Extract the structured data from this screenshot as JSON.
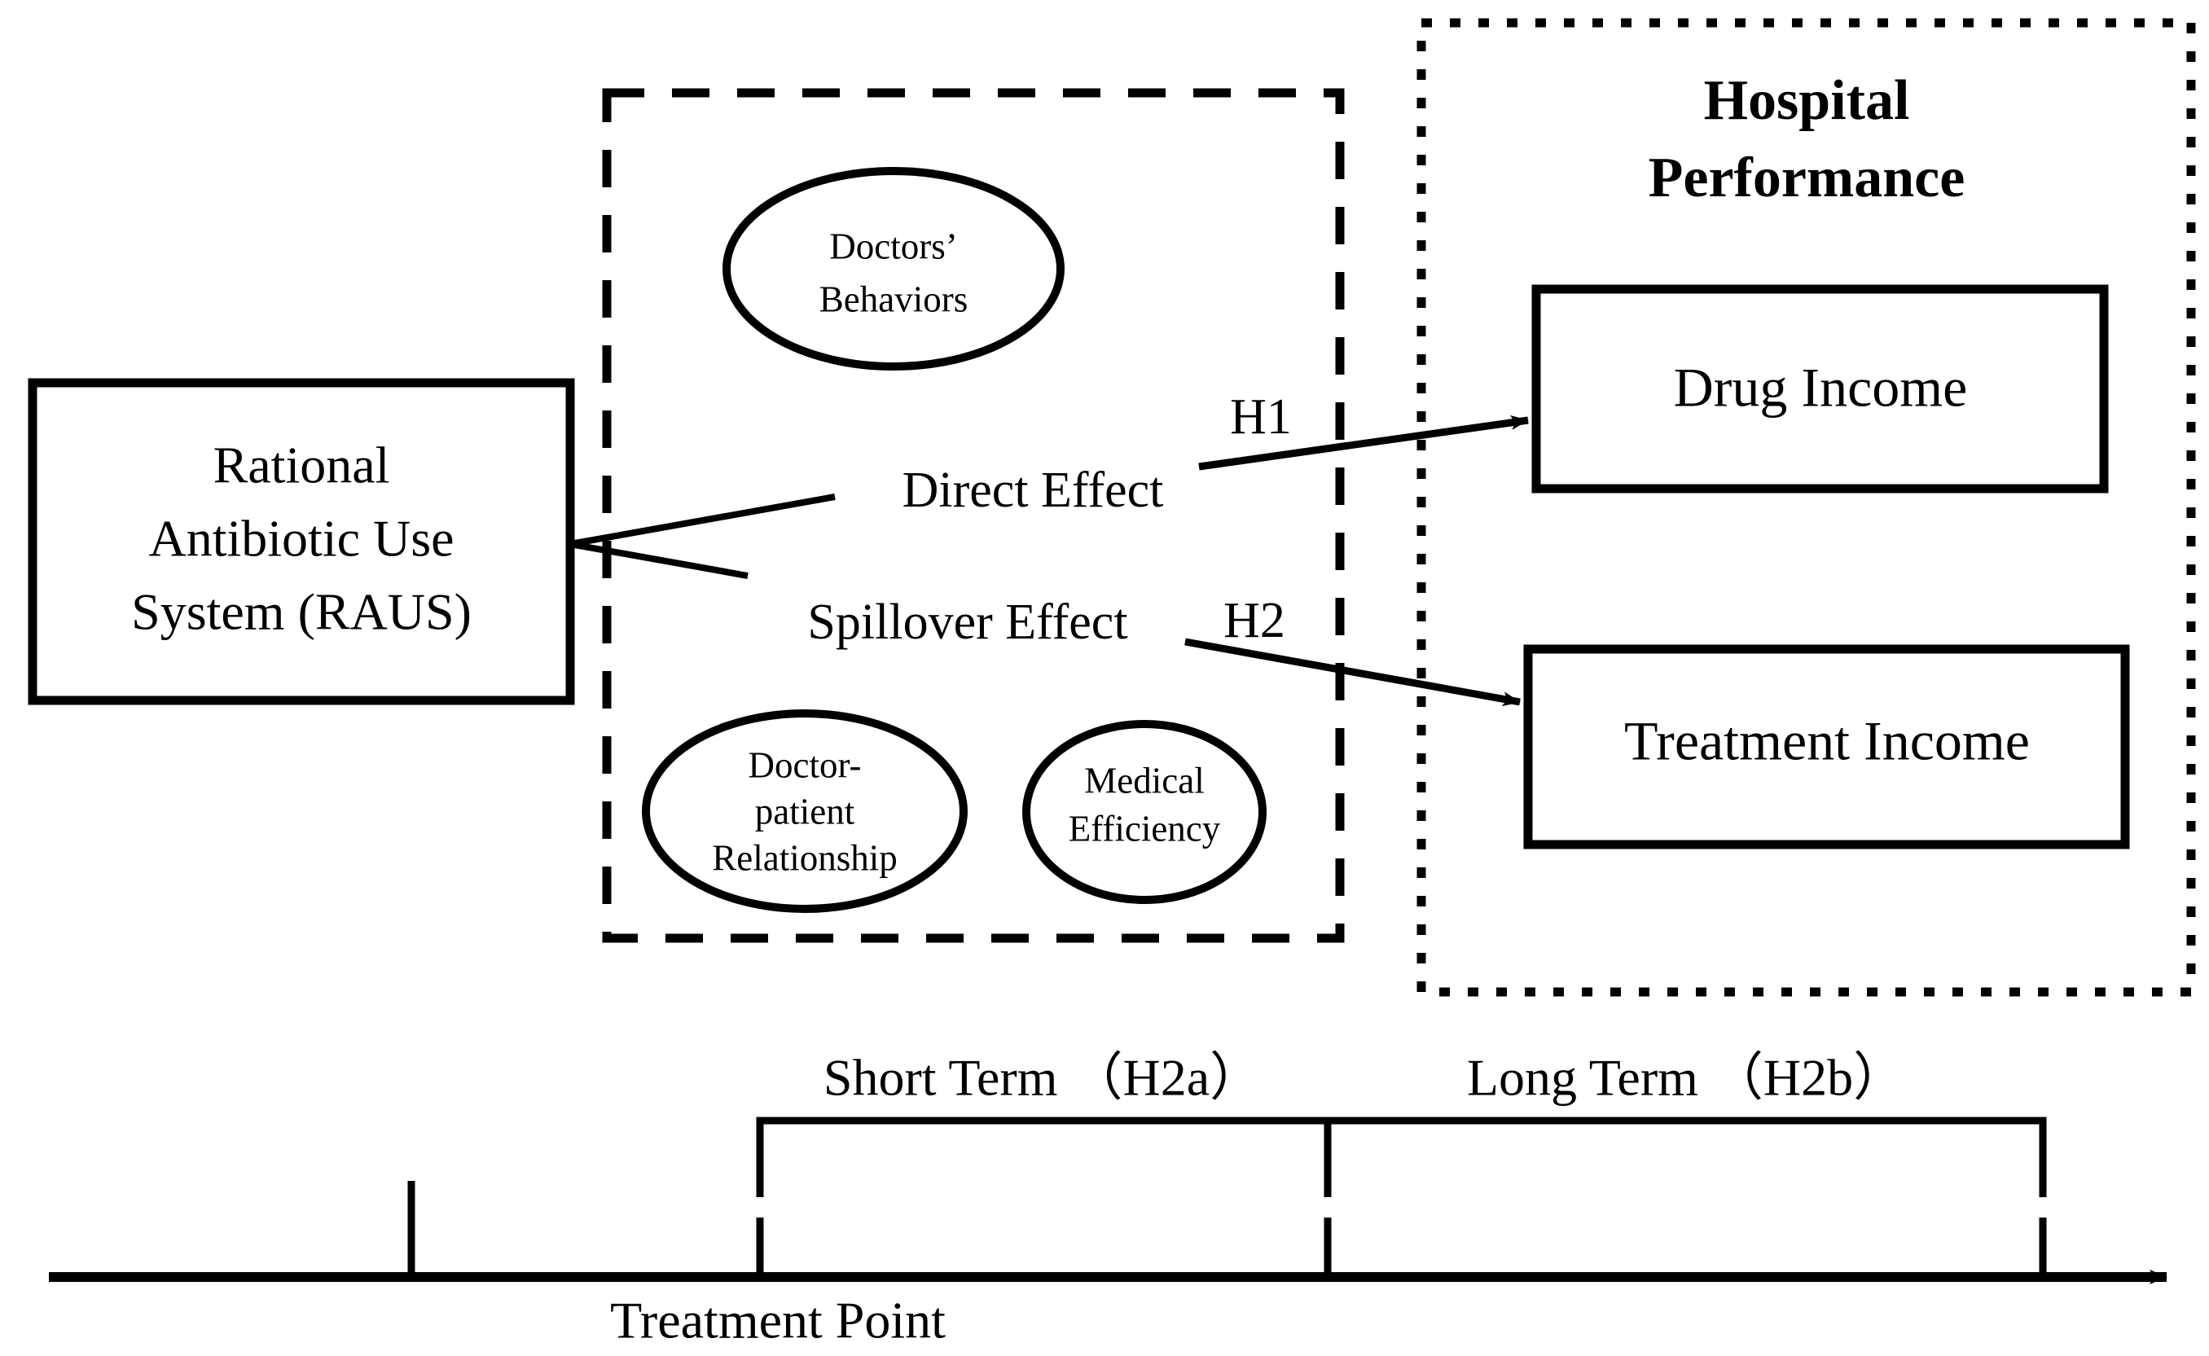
{
  "figure": {
    "type": "conceptual-framework-diagram",
    "background_color": "#ffffff",
    "line_color": "#000000"
  },
  "intervention": {
    "label_line1": "Rational",
    "label_line2": "Antibiotic Use",
    "label_line3": "System (RAUS)",
    "full_label": "Rational Antibiotic Use System (RAUS)"
  },
  "mechanism_box": {
    "border_style": "dashed",
    "nodes": [
      {
        "id": "doctors-behaviors",
        "line1": "Doctors’",
        "line2": "Behaviors",
        "shape": "ellipse"
      },
      {
        "id": "doctor-patient-relationship",
        "line1": "Doctor-",
        "line2": "patient",
        "line3": "Relationship",
        "shape": "ellipse"
      },
      {
        "id": "medical-efficiency",
        "line1": "Medical",
        "line2": "Efficiency",
        "shape": "ellipse"
      }
    ]
  },
  "effects": {
    "direct": {
      "label": "Direct Effect",
      "hypothesis": "H1"
    },
    "spillover": {
      "label": "Spillover Effect",
      "hypothesis": "H2"
    }
  },
  "outcome_panel": {
    "border_style": "dotted",
    "title_line1": "Hospital",
    "title_line2": "Performance",
    "title_full": "Hospital Performance",
    "boxes": [
      {
        "id": "drug-income",
        "label": "Drug Income"
      },
      {
        "id": "treatment-income",
        "label": "Treatment Income"
      }
    ]
  },
  "timeline": {
    "treatment_point_label": "Treatment Point",
    "periods": [
      {
        "id": "short-term",
        "label": "Short Term （H2a）"
      },
      {
        "id": "long-term",
        "label": "Long Term （H2b）"
      }
    ],
    "arrow_direction": "right"
  }
}
